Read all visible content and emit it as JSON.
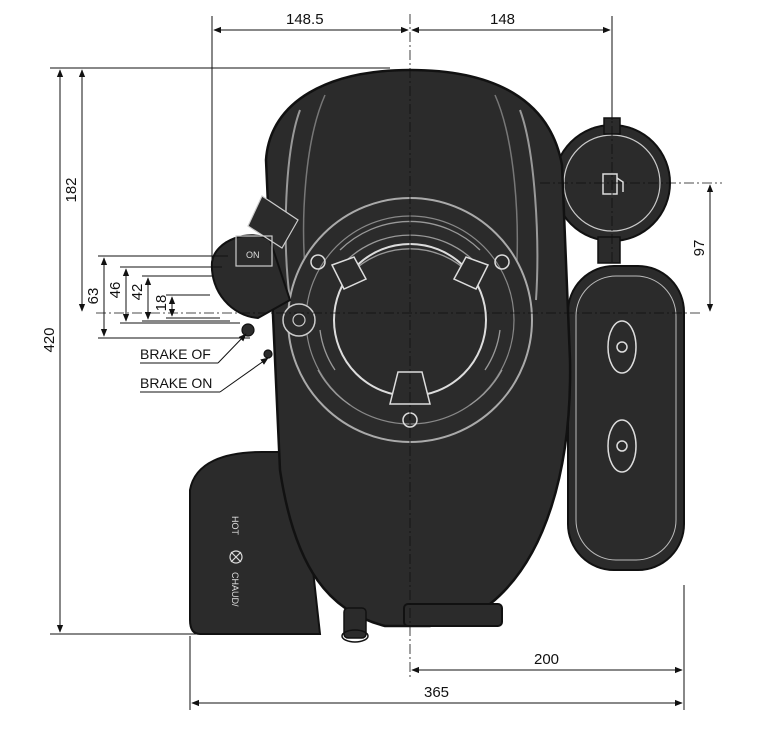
{
  "dimensions": {
    "top_left": "148.5",
    "top_right": "148",
    "height_total": "420",
    "height_upper": "182",
    "v63": "63",
    "v46": "46",
    "v42": "42",
    "v18": "18",
    "right_97": "97",
    "bottom_200": "200",
    "bottom_365": "365"
  },
  "labels": {
    "brake_off": "BRAKE OF",
    "brake_on": "BRAKE ON",
    "hot": "HOT",
    "chaud": "CHAUD/"
  },
  "colors": {
    "ink": "#111111",
    "body_fill": "#2b2b2b",
    "background": "#ffffff"
  }
}
